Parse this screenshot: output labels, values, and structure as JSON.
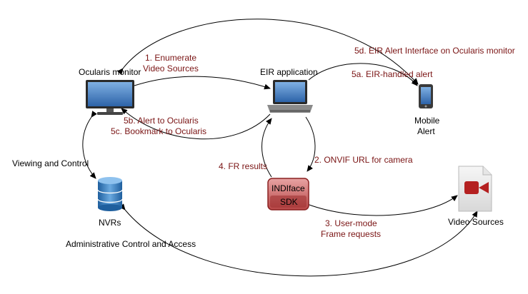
{
  "nodes": {
    "ocularis_monitor": "Ocularis monitor",
    "eir_application": "EIR application",
    "mobile_alert_line1": "Mobile",
    "mobile_alert_line2": "Alert",
    "nvrs": "NVRs",
    "indiface_sdk_line1": "INDIface",
    "indiface_sdk_line2": "SDK",
    "video_sources": "Video Sources"
  },
  "edge_labels": {
    "enumerate_line1": "1. Enumerate",
    "enumerate_line2": "Video Sources",
    "onvif_url": "2. ONVIF URL for camera",
    "user_mode_line1": "3. User-mode",
    "user_mode_line2": "Frame requests",
    "fr_results": "4. FR results",
    "eir_handled_alert": "5a. EIR-handled alert",
    "alert_to_ocularis": "5b. Alert to Ocularis",
    "bookmark_to_ocularis": "5c. Bookmark to Ocularis",
    "eir_alert_interface": "5d. EIR Alert Interface on Ocularis monitor",
    "viewing_and_control": "Viewing and Control",
    "admin_control": "Administrative Control and Access"
  },
  "colors": {
    "edge_label_text": "#7a1414",
    "sdk_fill": "#c86a6a",
    "sdk_border": "#8a2020",
    "db_blue": "#3f87c8",
    "video_red": "#b42020",
    "screen_blue": "#4a86c8"
  }
}
